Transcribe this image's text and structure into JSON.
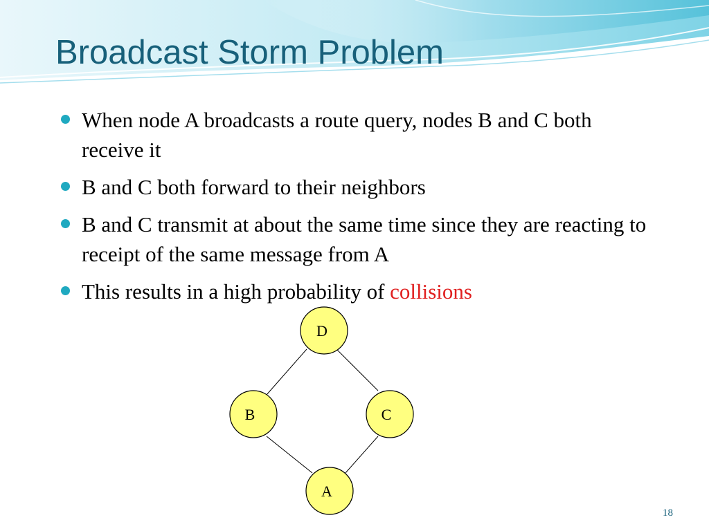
{
  "slide": {
    "title": "Broadcast Storm Problem",
    "page_number": "18",
    "accent_color": "#1fa9c0",
    "title_color": "#17607a",
    "highlight_color": "#e02020"
  },
  "bullets": [
    {
      "text": "When node A broadcasts a route query, nodes B and C both receive it"
    },
    {
      "text": "B and C both forward to their neighbors"
    },
    {
      "text": "B and C transmit at about the same time since they are reacting to receipt of the same message from A"
    },
    {
      "text": "This results in a high probability of ",
      "highlight": "collisions"
    }
  ],
  "diagram": {
    "node_fill": "#ffff80",
    "nodes": [
      {
        "id": "D",
        "label": "D"
      },
      {
        "id": "B",
        "label": "B"
      },
      {
        "id": "C",
        "label": "C"
      },
      {
        "id": "A",
        "label": "A"
      }
    ],
    "edges": [
      {
        "from": "D",
        "to": "B"
      },
      {
        "from": "D",
        "to": "C"
      },
      {
        "from": "B",
        "to": "A"
      },
      {
        "from": "C",
        "to": "A"
      }
    ]
  }
}
